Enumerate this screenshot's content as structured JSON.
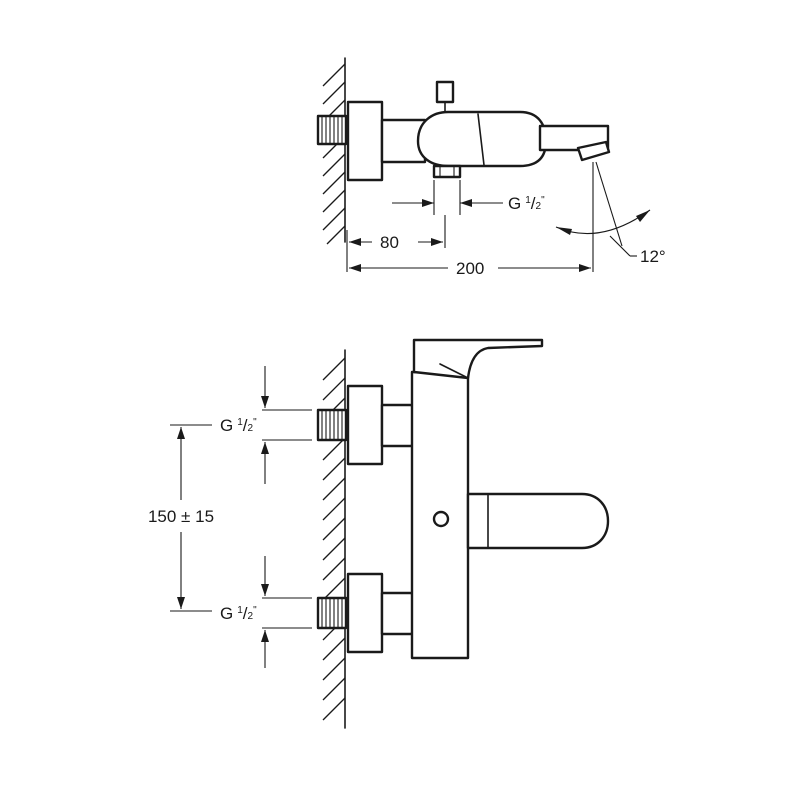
{
  "top_view": {
    "dim_left": "80",
    "dim_total": "200",
    "thread_label": "G",
    "thread_frac_num": "1",
    "thread_frac_den": "2",
    "thread_frac_mark": "\"",
    "angle": "12°"
  },
  "front_view": {
    "spacing": "150 ± 15",
    "thread_upper_label": "G",
    "thread_lower_label": "G",
    "thread_frac_num": "1",
    "thread_frac_den": "2",
    "thread_frac_mark": "\""
  }
}
